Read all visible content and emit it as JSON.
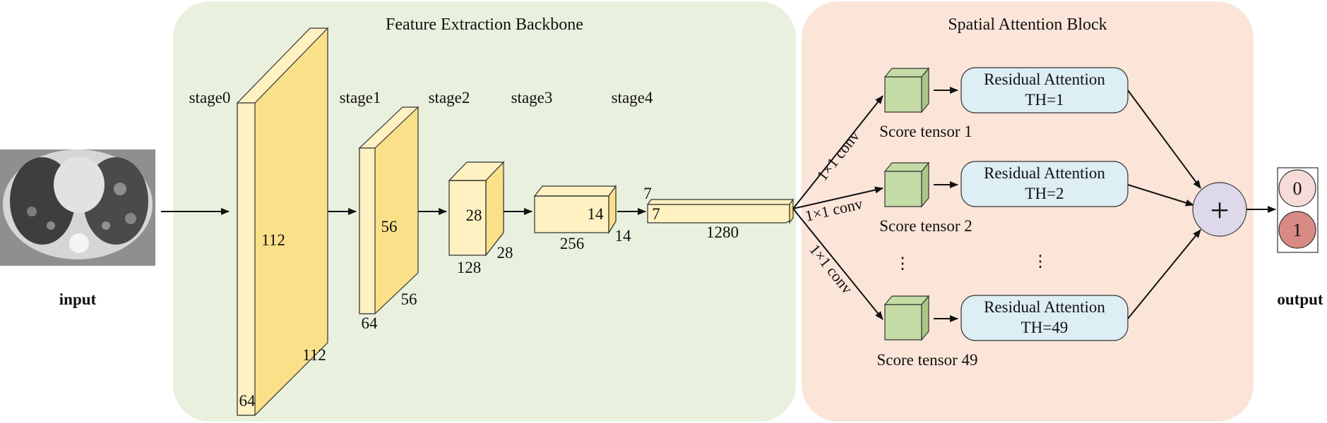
{
  "regions": {
    "backbone_title": "Feature Extraction Backbone",
    "attention_title": "Spatial Attention Block"
  },
  "io": {
    "input_label": "input",
    "output_label": "output",
    "output_classes": [
      "0",
      "1"
    ]
  },
  "stages": [
    "stage0",
    "stage1",
    "stage2",
    "stage3",
    "stage4"
  ],
  "blocks": {
    "stage0": {
      "height": "112",
      "width": "112",
      "channels": "64"
    },
    "stage1": {
      "height": "56",
      "width": "56",
      "channels": "64"
    },
    "stage2": {
      "height": "28",
      "width": "28",
      "channels": "128"
    },
    "stage3": {
      "height": "14",
      "width": "14",
      "channels": "256"
    },
    "stage4": {
      "height": "7",
      "width": "7",
      "channels": "1280"
    }
  },
  "conv_label": "1×1 conv",
  "branches": [
    {
      "score": "Score tensor 1",
      "residual": "Residual Attention",
      "th": "TH=1"
    },
    {
      "score": "Score tensor 2",
      "residual": "Residual Attention",
      "th": "TH=2"
    },
    {
      "score": "Score tensor 49",
      "residual": "Residual Attention",
      "th": "TH=49"
    }
  ],
  "ellipsis": "⋮",
  "sum_symbol": "+",
  "colors": {
    "backbone_bg": "#e9f0dd",
    "attention_bg": "#fbe5d8",
    "block_front": "#fff1c2",
    "block_side": "#fbe08a",
    "score_cube": "#c5dca6",
    "residual_box": "#ddeef5",
    "sum_circle": "#ddd8ea",
    "out_0": "#f5dcd8",
    "out_1": "#d98a85"
  }
}
